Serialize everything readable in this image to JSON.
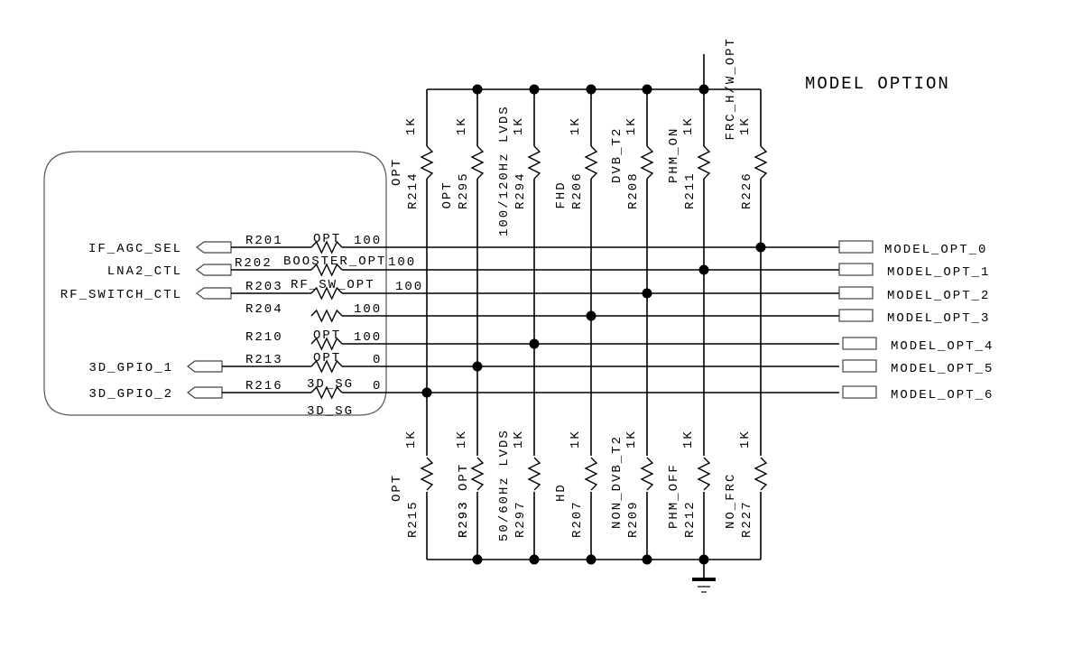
{
  "title": "MODEL OPTION",
  "input_signals": [
    {
      "name": "IF_AGC_SEL",
      "resistor": "R201",
      "option": "OPT",
      "value": "100",
      "output": "MODEL_OPT_0"
    },
    {
      "name": "LNA2_CTL",
      "resistor": "R202",
      "option": "BOOSTER_OPT",
      "value": "100",
      "output": "MODEL_OPT_1"
    },
    {
      "name": "RF_SWITCH_CTL",
      "resistor": "R203",
      "option": "RF_SW_OPT",
      "value": "100",
      "output": "MODEL_OPT_2"
    },
    {
      "name": "",
      "resistor": "R204",
      "option": "",
      "value": "100",
      "output": "MODEL_OPT_3"
    },
    {
      "name": "",
      "resistor": "R210",
      "option": "OPT",
      "value": "100",
      "output": "MODEL_OPT_4"
    },
    {
      "name": "3D_GPIO_1",
      "resistor": "R213",
      "option": "OPT",
      "value": "0",
      "output": "MODEL_OPT_5"
    },
    {
      "name": "3D_GPIO_2",
      "resistor": "R216",
      "option": "3D_SG",
      "value": "0",
      "output": "MODEL_OPT_6",
      "option2": "3D_SG"
    }
  ],
  "pullups": [
    {
      "ref": "R214",
      "option": "OPT",
      "value": "1K"
    },
    {
      "ref": "R295",
      "option": "OPT",
      "value": "1K"
    },
    {
      "ref": "R294",
      "option": "100/120Hz LVDS",
      "value": "1K"
    },
    {
      "ref": "R206",
      "option": "FHD",
      "value": "1K"
    },
    {
      "ref": "R208",
      "option": "DVB_T2",
      "value": "1K"
    },
    {
      "ref": "R211",
      "option": "PHM_ON",
      "value": "1K"
    },
    {
      "ref": "R226",
      "option": "FRC_H/W_OPT",
      "value": "1K"
    }
  ],
  "pulldowns": [
    {
      "ref": "R215",
      "option": "OPT",
      "value": "1K"
    },
    {
      "ref": "R293",
      "option": "OPT",
      "value": "1K"
    },
    {
      "ref": "R297",
      "option": "50/60Hz LVDS",
      "value": "1K"
    },
    {
      "ref": "R207",
      "option": "HD",
      "value": "1K"
    },
    {
      "ref": "R209",
      "option": "NON_DVB_T2",
      "value": "1K"
    },
    {
      "ref": "R212",
      "option": "PHM_OFF",
      "value": "1K"
    },
    {
      "ref": "R227",
      "option": "NO_FRC",
      "value": "1K"
    }
  ],
  "ground_symbol": "ground-icon"
}
